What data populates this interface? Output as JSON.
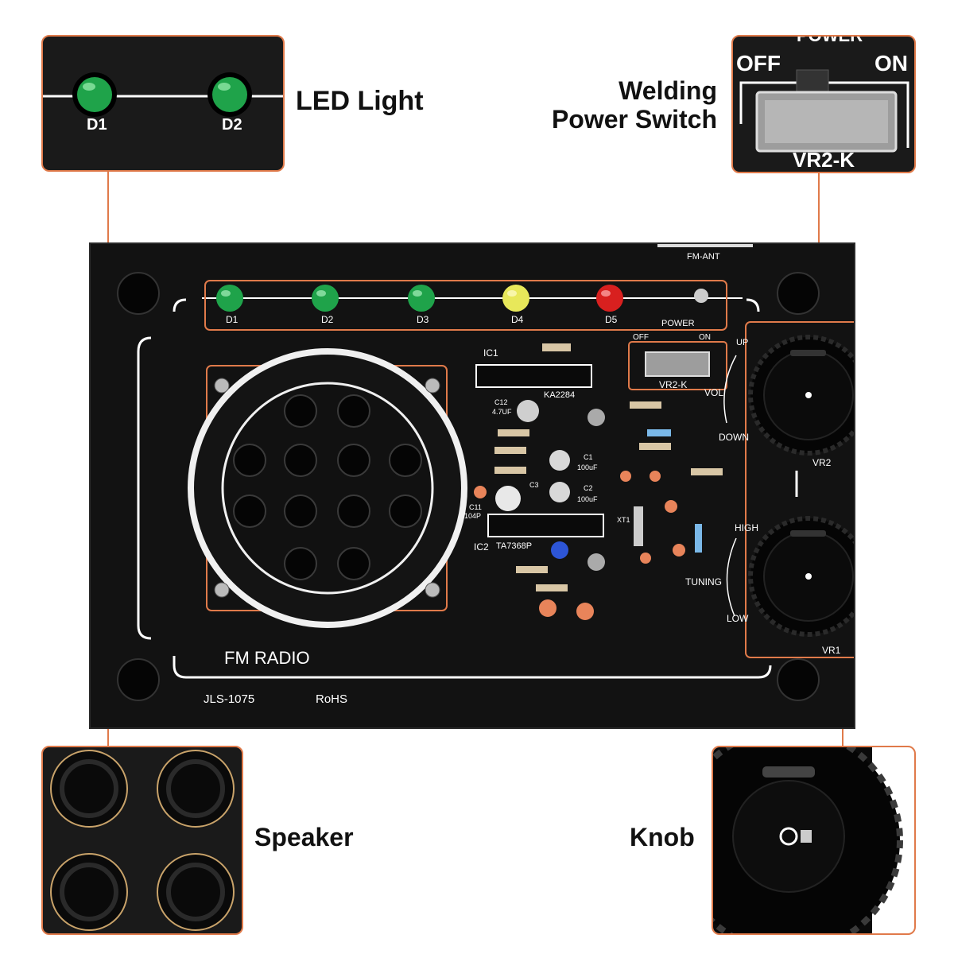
{
  "callouts": {
    "led_label": "LED Light",
    "switch_label_line1": "Welding",
    "switch_label_line2": "Power Switch",
    "speaker_label": "Speaker",
    "knob_label": "Knob"
  },
  "led_callout": {
    "d1": "D1",
    "d2": "D2"
  },
  "switch_callout": {
    "power": "POWER",
    "off": "OFF",
    "on": "ON",
    "part": "VR2-K"
  },
  "board": {
    "leds": [
      {
        "label": "D1",
        "color": "#1fa34a"
      },
      {
        "label": "D2",
        "color": "#1fa34a"
      },
      {
        "label": "D3",
        "color": "#1fa34a"
      },
      {
        "label": "D4",
        "color": "#e8e85a"
      },
      {
        "label": "D5",
        "color": "#d8201f"
      }
    ],
    "fm_ant": "FM-ANT",
    "power": "POWER",
    "off": "OFF",
    "on": "ON",
    "switch_part": "VR2-K",
    "vol_up": "UP",
    "vol": "VOL",
    "vol_down": "DOWN",
    "vr2": "VR2",
    "tuning_high": "HIGH",
    "tuning": "TUNING",
    "tuning_low": "LOW",
    "vr1": "VR1",
    "ic1": "IC1",
    "ic1_chip": "KA2284",
    "ic2": "IC2",
    "ic2_chip": "TA7368P",
    "c12": "C12",
    "c12_value": "4.7UF",
    "c1": "C1",
    "c1_value": "100uF",
    "c2": "C2",
    "c2_value": "100uF",
    "c3": "C3",
    "c11": "C11",
    "c11_value": "104P",
    "xt1": "XT1",
    "title": "FM  RADIO",
    "model": "JLS-1075",
    "rohs": "RoHS"
  },
  "colors": {
    "accent": "#e07a4a",
    "board": "#121212",
    "silk": "#ffffff"
  }
}
